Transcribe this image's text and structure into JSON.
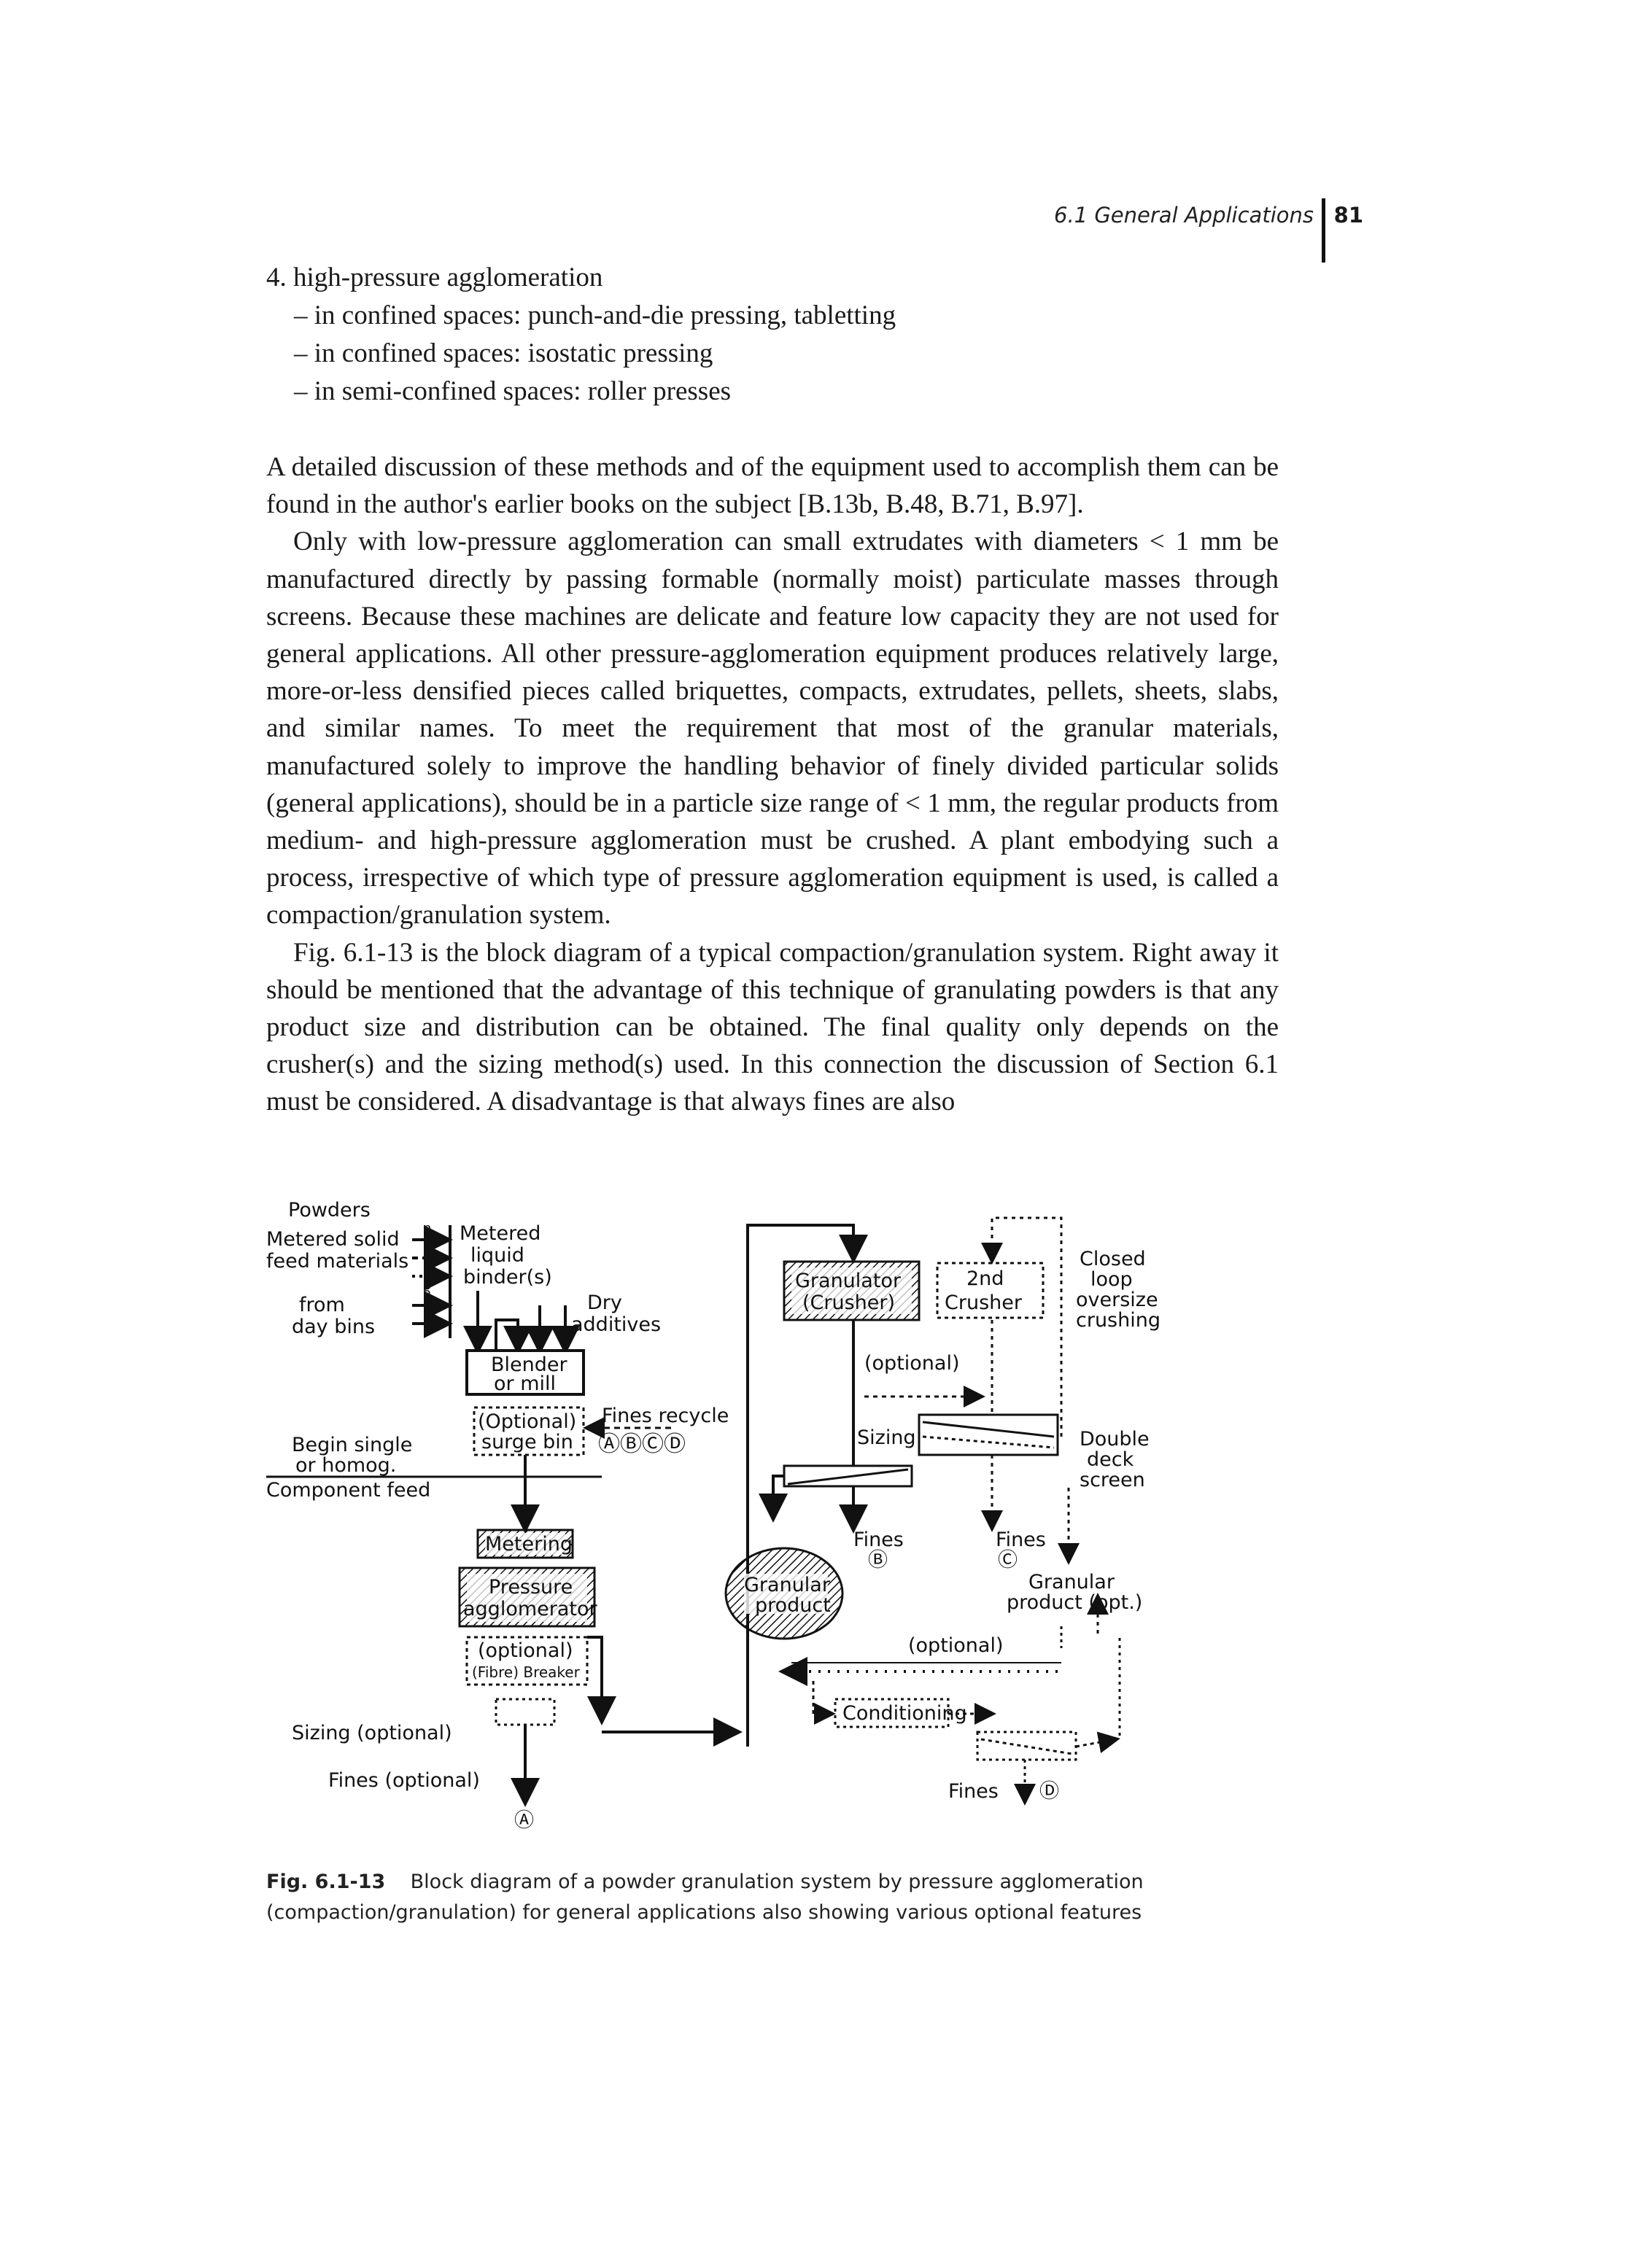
{
  "header": {
    "section": "6.1 General Applications",
    "page": "81"
  },
  "list": {
    "item": "4. high-pressure agglomeration",
    "subs": [
      "– in confined spaces: punch-and-die pressing, tabletting",
      "– in confined spaces: isostatic pressing",
      "– in semi-confined spaces: roller presses"
    ]
  },
  "paragraphs": {
    "p1": "A detailed discussion of these methods and of the equipment used to accomplish them can be found in the author's earlier books on the subject [B.13b, B.48, B.71, B.97].",
    "p2": "Only with low-pressure agglomeration can small extrudates with diameters < 1 mm be manufactured directly by passing formable (normally moist) particulate masses through screens. Because these machines are delicate and feature low capacity they are not used for general applications. All other pressure-agglomeration equipment produces relatively large, more-or-less densified pieces called briquettes, compacts, extrudates, pellets, sheets, slabs, and similar names. To meet the requirement that most of the granular materials, manufactured solely to improve the handling behavior of finely divided particular solids (general applications), should be in a particle size range of < 1 mm, the regular products from medium- and high-pressure agglomeration must be crushed. A plant embodying such a process, irrespective of which type of pressure agglomeration equipment is used, is called a compaction/granulation system.",
    "p3": "Fig. 6.1-13 is the block diagram of a typical compaction/granulation system. Right away it should be mentioned that the advantage of this technique of granulating powders is that any product size and distribution can be obtained. The final quality only depends on the crusher(s) and the sizing method(s) used. In this connection the discussion of Section 6.1 must be considered. A disadvantage is that always fines are also"
  },
  "figure": {
    "powders": "Powders",
    "metered_solid": "Metered solid",
    "feed_materials": "feed materials",
    "from": "from",
    "day_bins": "day bins",
    "n": "n",
    "three": "3",
    "two": "2",
    "one": "1",
    "metered": "Metered",
    "liquid": "liquid",
    "binders": "binder(s)",
    "dry": "Dry",
    "additives": "additives",
    "blender": "Blender",
    "or_mill": "or mill",
    "optional_paren": "(Optional)",
    "surge_bin": "surge bin",
    "fines_recycle": "Fines recycle",
    "abcd": "ⒶⒷⒸⒹ",
    "begin_single": "Begin single",
    "or_homog": "or homog.",
    "component_feed": "Component feed",
    "metering": "Metering",
    "pressure": "Pressure",
    "agglomerator": "agglomerator",
    "optional": "(optional)",
    "fibre_breaker": "(Fibre) Breaker",
    "sizing_optional": "Sizing (optional)",
    "fines_optional": "Fines (optional)",
    "circle_a": "Ⓐ",
    "granulator": "Granulator",
    "crusher_paren": "(Crusher)",
    "second": "2nd",
    "crusher": "Crusher",
    "closed": "Closed",
    "loop": "loop",
    "oversize": "oversize",
    "crushing": "crushing",
    "optional2": "(optional)",
    "sizing": "Sizing",
    "double": "Double",
    "deck": "deck",
    "screen": "screen",
    "fines_b": "Fines",
    "circle_b": "Ⓑ",
    "fines_c": "Fines",
    "circle_c": "Ⓒ",
    "granular_a": "Granular",
    "product_a": "product",
    "granular_b": "Granular",
    "product_opt": "product (opt.)",
    "optional3": "(optional)",
    "conditioning": "Conditioning",
    "fines_d": "Fines",
    "circle_d": "Ⓓ"
  },
  "caption": {
    "label": "Fig. 6.1-13",
    "text": "Block diagram of a powder granulation system by pressure agglomeration (compaction/granulation) for general applications also showing various optional features"
  }
}
